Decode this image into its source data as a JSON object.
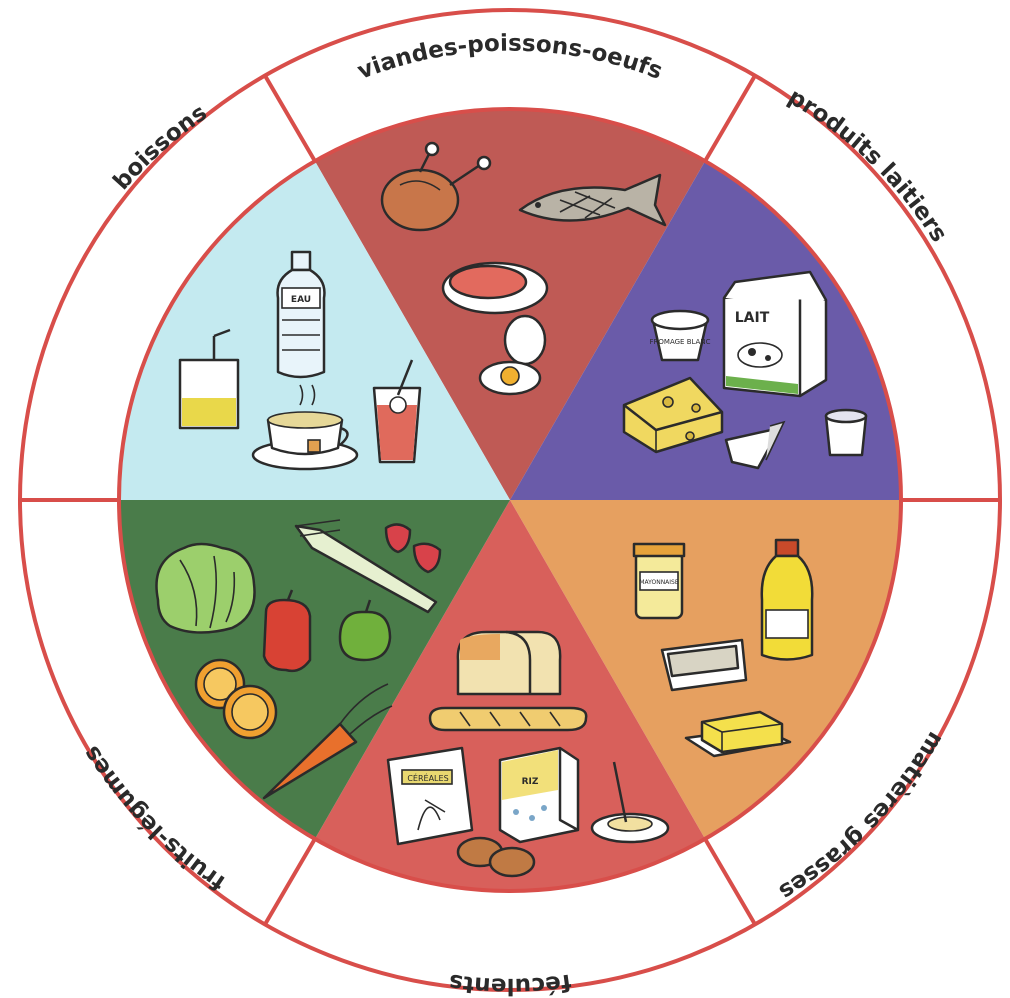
{
  "diagram": {
    "sectors": [
      {
        "id": "viandes",
        "label": "viandes-poissons-oeufs",
        "color": "#bf5a55"
      },
      {
        "id": "laitiers",
        "label": "produits laitiers",
        "color": "#6a5ba9"
      },
      {
        "id": "grasses",
        "label": "matières grasses",
        "color": "#e6a060"
      },
      {
        "id": "feculents",
        "label": "féculents",
        "color": "#d8605b"
      },
      {
        "id": "fruits",
        "label": "fruits-légumes",
        "color": "#4a7c4a"
      },
      {
        "id": "boissons",
        "label": "boissons",
        "color": "#c4eaf0"
      }
    ],
    "ring_color": "#d84e4a",
    "item_texts": {
      "water_bottle": "EAU",
      "milk_carton": "LAIT",
      "yogurt": "FROMAGE BLANC",
      "cereal_box": "CÉRÉALES",
      "rice_box": "RIZ",
      "mayo_jar": "MAYONNAISE"
    }
  }
}
